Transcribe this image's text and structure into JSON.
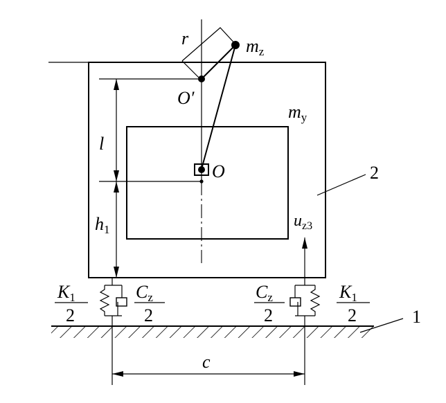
{
  "labels": {
    "r": "r",
    "m": "m",
    "mz_sub": "z",
    "my_sub": "y",
    "o_prime": "O′",
    "o": "O",
    "l": "l",
    "h": "h",
    "h_sub": "1",
    "u": "u",
    "u_sub": "z3",
    "c": "c",
    "part_1": "1",
    "part_2": "2",
    "k": "K",
    "k_sub": "1",
    "cz": "C",
    "cz_sub": "z",
    "two": "2"
  }
}
